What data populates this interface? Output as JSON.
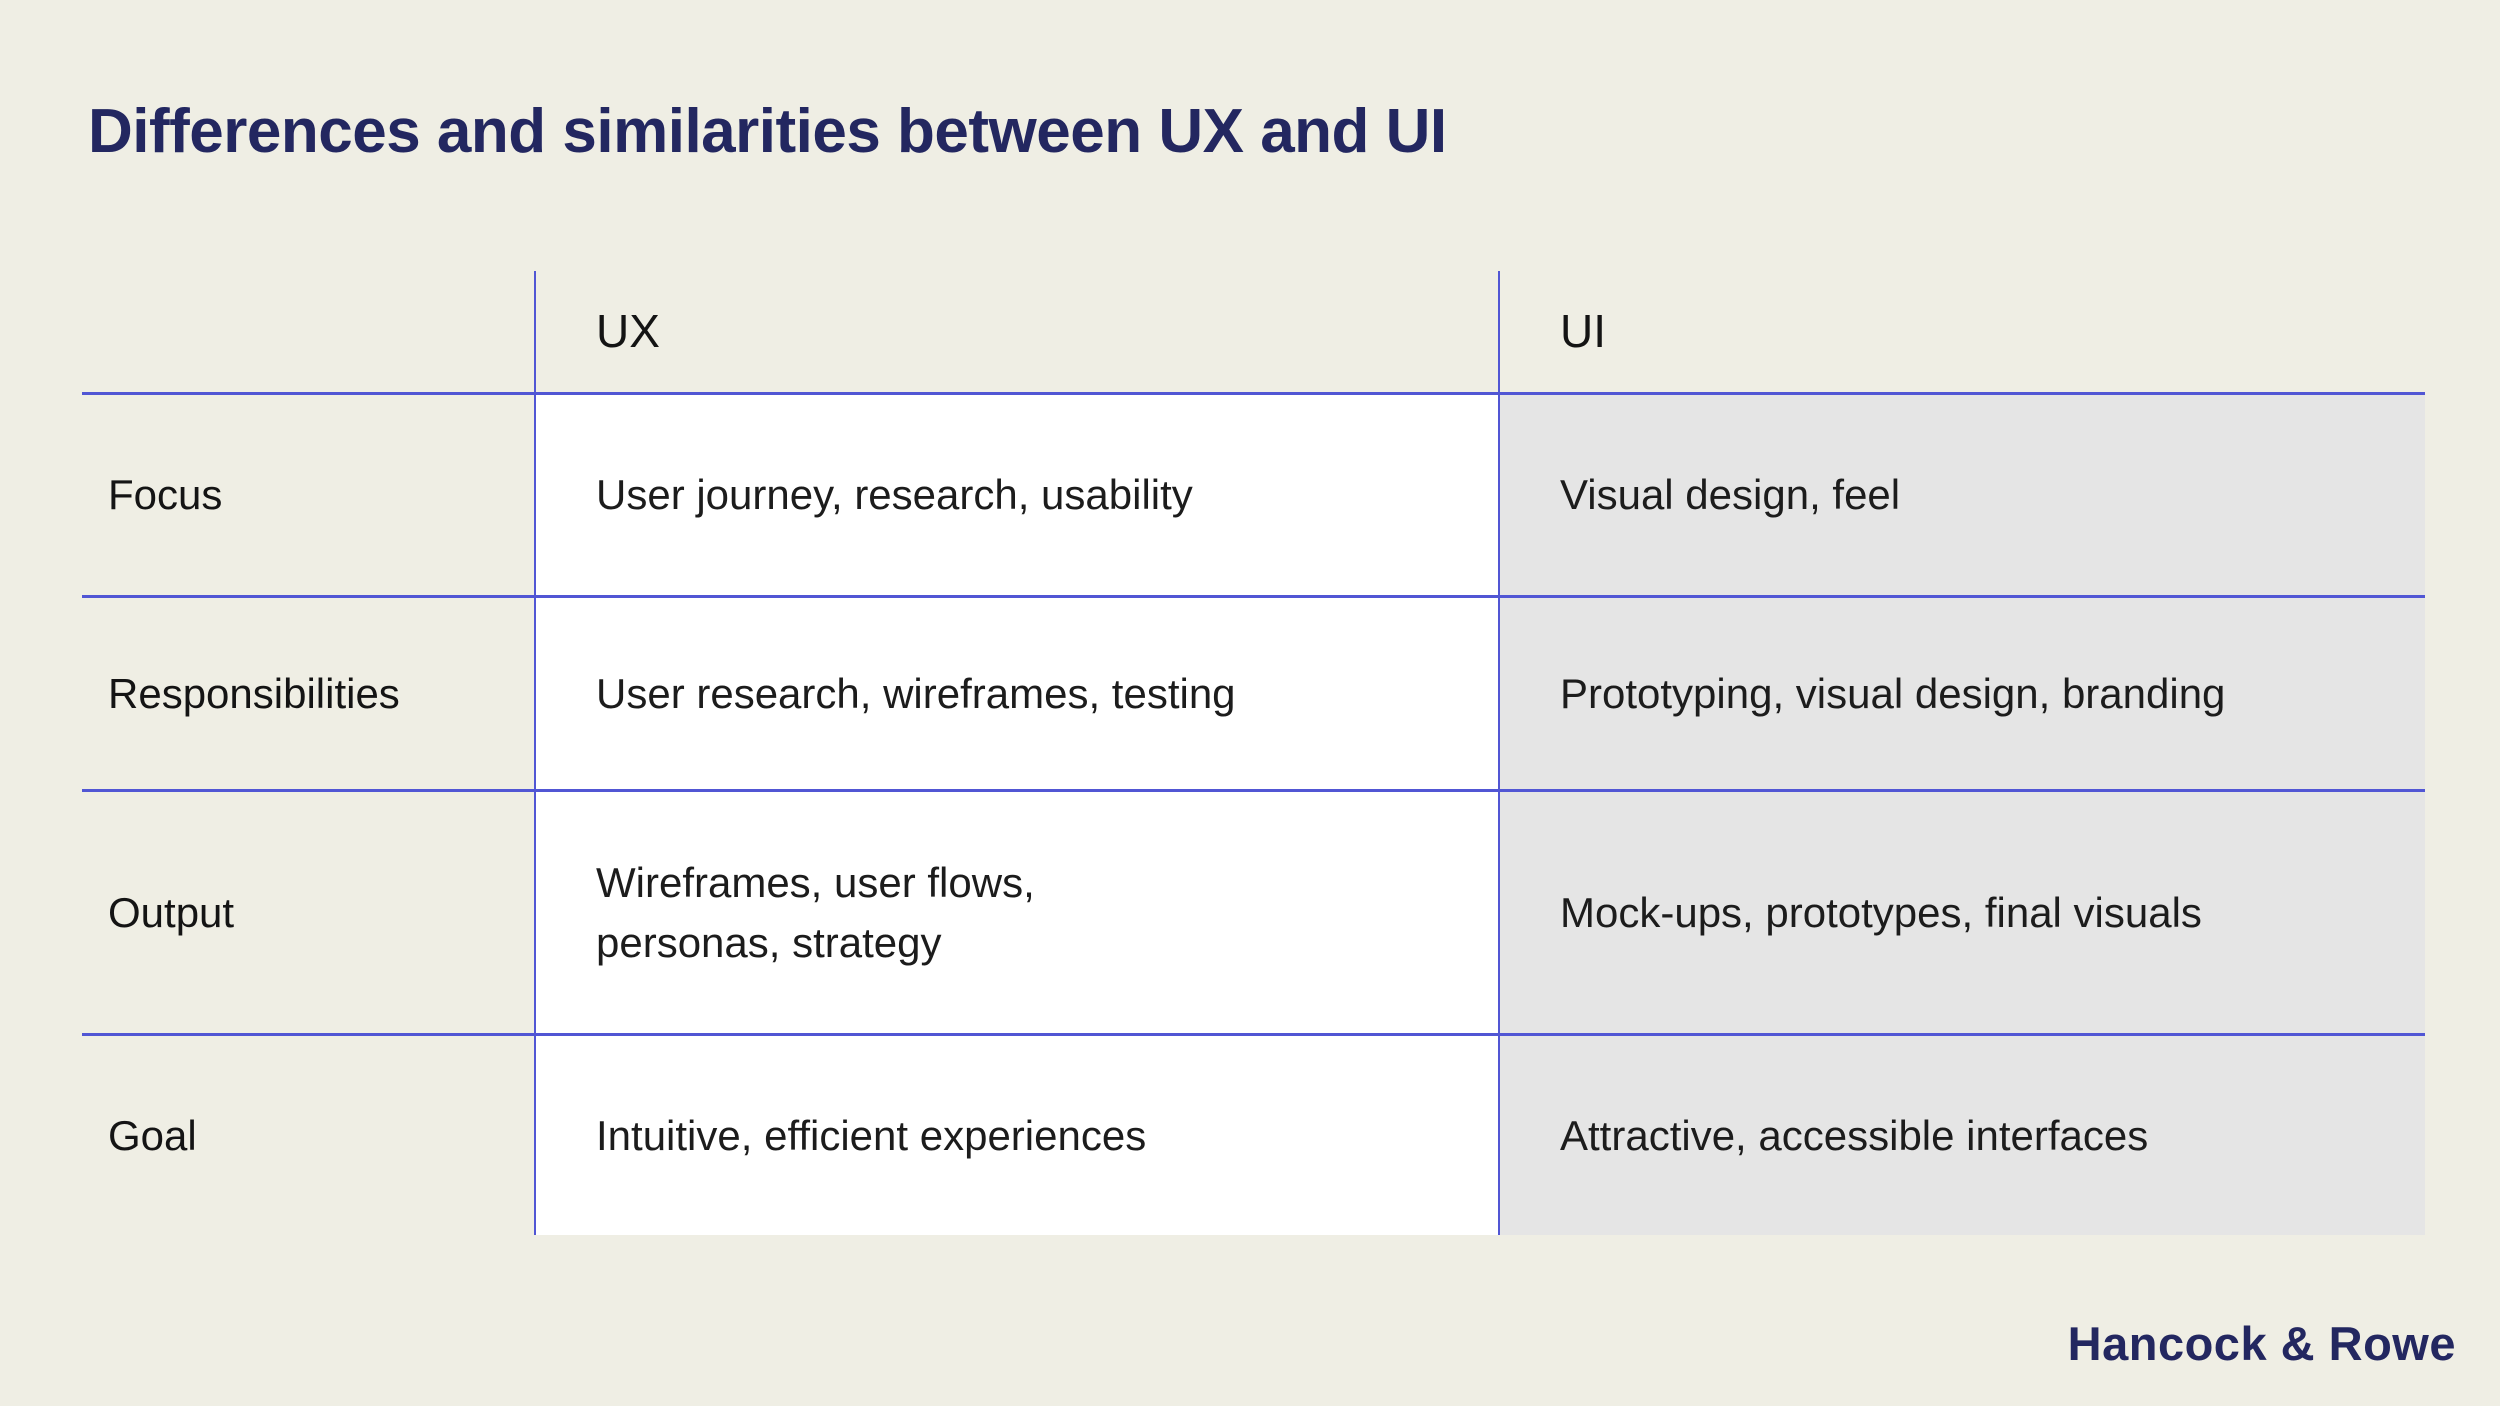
{
  "page": {
    "brand": "Hancock & Rowe",
    "colors": {
      "background": "#efeee4",
      "rule_blue": "#5156d4",
      "navy_accent": "#232760",
      "ux_column_bg": "#ffffff",
      "ui_column_bg": "#e5e5e5",
      "body_text": "#1c1c1c"
    }
  },
  "chart_data": {
    "type": "table",
    "title": "Differences and similarities between UX and UI",
    "columns": [
      "",
      "UX",
      "UI"
    ],
    "rows": [
      {
        "label": "Focus",
        "ux": "User journey, research, usability",
        "ui": "Visual design, feel"
      },
      {
        "label": "Responsibilities",
        "ux": "User research, wireframes, testing",
        "ui": "Prototyping, visual design, branding"
      },
      {
        "label": "Output",
        "ux": "Wireframes, user flows,\npersonas, strategy",
        "ui": "Mock-ups, prototypes, final visuals"
      },
      {
        "label": "Goal",
        "ux": "Intuitive, efficient experiences",
        "ui": "Attractive, accessible interfaces"
      }
    ],
    "layout": {
      "grid": "horizontal rules under header and rows 1-3; vertical rules left of UX and UI columns; no outer border",
      "header_row_bg": "page background",
      "ux_column_bg": "white",
      "ui_column_bg": "light gray",
      "legend_position": "none"
    }
  }
}
